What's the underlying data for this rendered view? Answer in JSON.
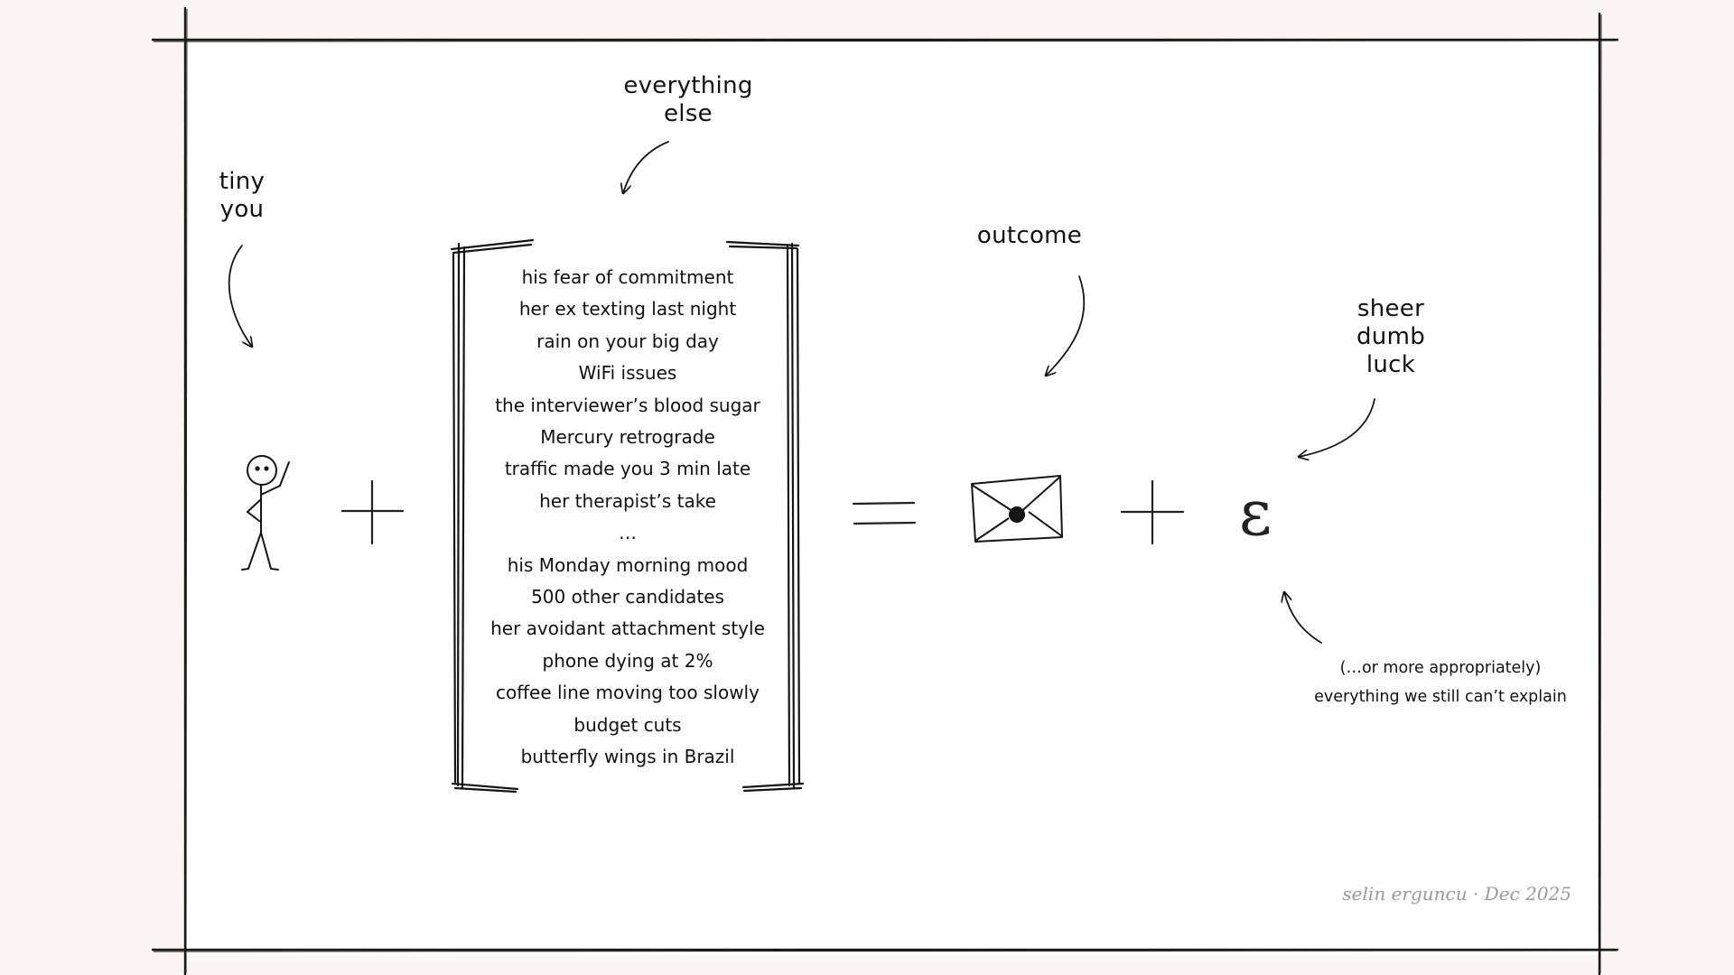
{
  "labels": {
    "tiny_you": [
      "tiny",
      "you"
    ],
    "everything_else": [
      "everything",
      "else"
    ],
    "outcome": "outcome",
    "sheer_dumb_luck": [
      "sheer",
      "dumb",
      "luck"
    ],
    "epsilon_symbol": "ε",
    "note": [
      "(…or more appropriately)",
      "everything we still can’t explain"
    ]
  },
  "factors": [
    "his fear of commitment",
    "her ex texting last night",
    "rain on your big day",
    "WiFi issues",
    "the interviewer’s blood sugar",
    "Mercury retrograde",
    "traffic made you 3 min late",
    "her therapist’s take",
    "…",
    "his Monday morning mood",
    "500 other candidates",
    "her avoidant attachment style",
    "phone dying at 2%",
    "coffee line moving too slowly",
    "budget cuts",
    "butterfly wings in Brazil"
  ],
  "signature": "selin erguncu · Dec 2025",
  "icons": {
    "person": "stick-figure-icon",
    "outcome": "envelope-icon"
  },
  "colors": {
    "background": "#fbf6f3",
    "paper": "#ffffff",
    "ink": "#151515",
    "signature": "#9a9a9a"
  }
}
